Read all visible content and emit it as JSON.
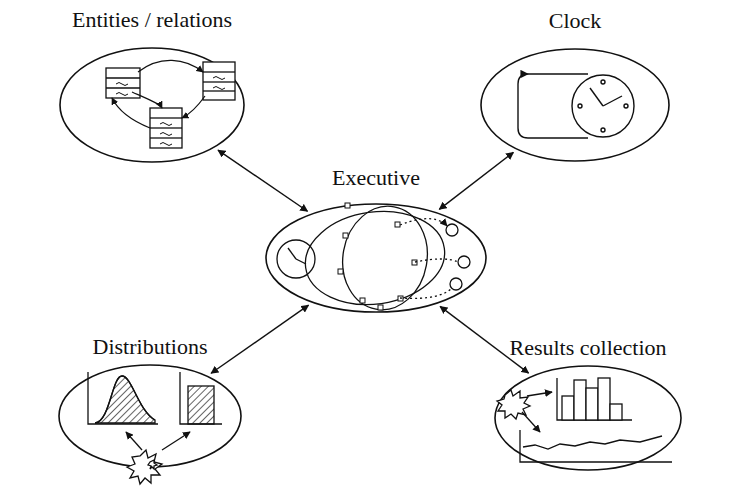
{
  "diagram": {
    "nodes": [
      {
        "text": [
          "Entities / relations"
        ]
      },
      {
        "text": [
          "Clock"
        ]
      },
      {
        "text": [
          "Executive"
        ]
      },
      {
        "text": [
          "Distributions"
        ]
      },
      {
        "text": [
          "Results collection"
        ]
      }
    ],
    "edges": [
      {
        "from": 2,
        "to": 0,
        "arrow": "both"
      },
      {
        "from": 2,
        "to": 1,
        "arrow": "both"
      },
      {
        "from": 2,
        "to": 3,
        "arrow": "both"
      },
      {
        "from": 2,
        "to": 4,
        "arrow": "both"
      }
    ]
  }
}
